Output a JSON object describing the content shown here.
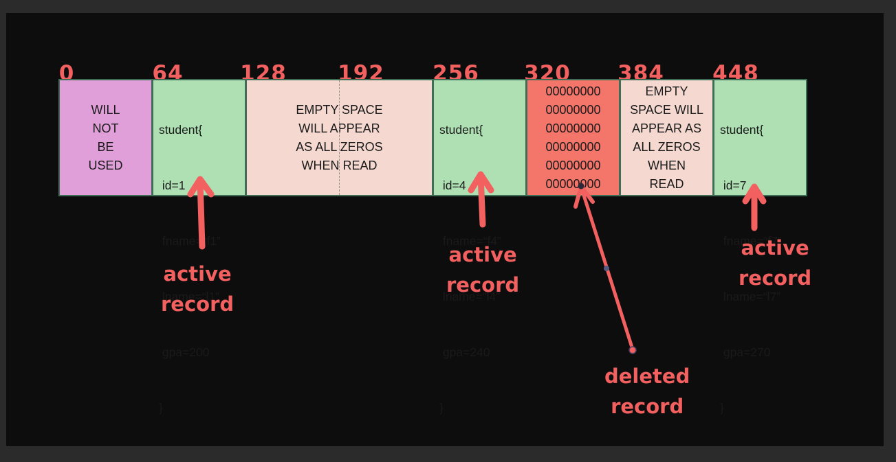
{
  "offsets": [
    "0",
    "64",
    "128",
    "192",
    "256",
    "320",
    "384",
    "448"
  ],
  "blocks": {
    "unused": {
      "lines": [
        "WILL",
        "NOT",
        "BE",
        "USED"
      ]
    },
    "record1": {
      "lines": [
        "student{",
        " id=1",
        " fname=“f1”",
        " lname=“l1”",
        " gpa=200",
        "}"
      ]
    },
    "empty1": {
      "lines": [
        "EMPTY SPACE",
        "WILL APPEAR",
        "AS ALL ZEROS",
        "WHEN READ"
      ]
    },
    "record4": {
      "lines": [
        "student{",
        " id=4",
        " fname=“f4”",
        " lname=“l4”",
        " gpa=240",
        "}"
      ]
    },
    "deleted": {
      "lines": [
        "00000000",
        "00000000",
        "00000000",
        "00000000",
        "00000000",
        "00000000"
      ]
    },
    "empty2": {
      "lines": [
        "EMPTY",
        "SPACE WILL",
        "APPEAR AS",
        "ALL ZEROS",
        "WHEN",
        "READ"
      ]
    },
    "record7": {
      "lines": [
        "student{",
        " id=7",
        " fname=“f7”",
        " lname=“l7”",
        " gpa=270",
        "}"
      ]
    }
  },
  "annotations": {
    "active1": {
      "line1": "active",
      "line2": "record"
    },
    "active2": {
      "line1": "active",
      "line2": "record"
    },
    "active3": {
      "line1": "active",
      "line2": "record"
    },
    "deleted": {
      "line1": "deleted",
      "line2": "record"
    }
  },
  "colors": {
    "background": "#0d0d0d",
    "annotation": "#f26060",
    "unused_block": "#e19fd9",
    "active_block": "#aee0b3",
    "empty_block": "#f5d9d0",
    "deleted_block": "#f4756a"
  }
}
